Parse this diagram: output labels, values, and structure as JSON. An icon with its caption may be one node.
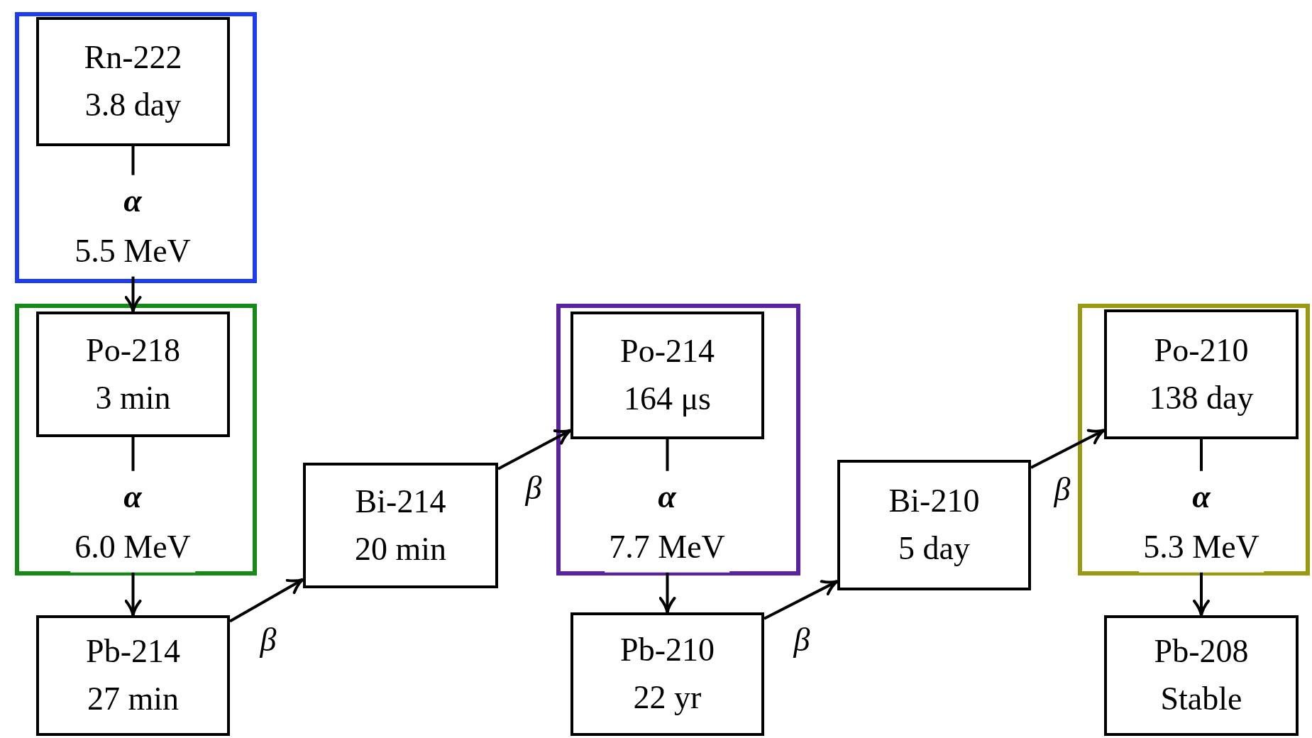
{
  "diagram": {
    "nodes": [
      {
        "text": [],
        "shape": "box"
      },
      {
        "text": [
          "Rn-222",
          "3.8 day"
        ],
        "in": 0
      },
      {
        "text": [],
        "shape": "box"
      },
      {
        "text": [
          "Po-218",
          "3 min"
        ],
        "in": 2
      },
      {
        "text": [
          "Pb-214",
          "27 min"
        ]
      },
      {
        "text": [
          "Bi-214",
          "20 min"
        ]
      },
      {
        "text": [],
        "shape": "box"
      },
      {
        "text": [
          "Po-214",
          "164 μs"
        ],
        "in": 6
      },
      {
        "text": [
          "Pb-210",
          "22 yr"
        ]
      },
      {
        "text": [
          "Bi-210",
          "5 day"
        ]
      },
      {
        "text": [],
        "shape": "box"
      },
      {
        "text": [
          "Po-210",
          "138 day"
        ],
        "in": 10
      },
      {
        "text": [
          "Pb-208",
          "Stable"
        ]
      }
    ],
    "edges": [
      {
        "from": 1,
        "to": 3,
        "arrow": "to",
        "label": "**α** 5.5 MeV"
      },
      {
        "from": 3,
        "to": 4,
        "arrow": "to",
        "label": "**α** 6.0 MeV"
      },
      {
        "from": 4,
        "to": 5,
        "arrow": "to",
        "label": "β"
      },
      {
        "from": 5,
        "to": 7,
        "arrow": "to",
        "label": "β"
      },
      {
        "from": 7,
        "to": 8,
        "arrow": "to",
        "label": "**α** 7.7 MeV"
      },
      {
        "from": 8,
        "to": 9,
        "arrow": "to",
        "label": "β"
      },
      {
        "from": 9,
        "to": 11,
        "arrow": "to",
        "label": "β"
      },
      {
        "from": 11,
        "to": 12,
        "arrow": "to",
        "label": "**α** 5.3 MeV"
      }
    ]
  }
}
